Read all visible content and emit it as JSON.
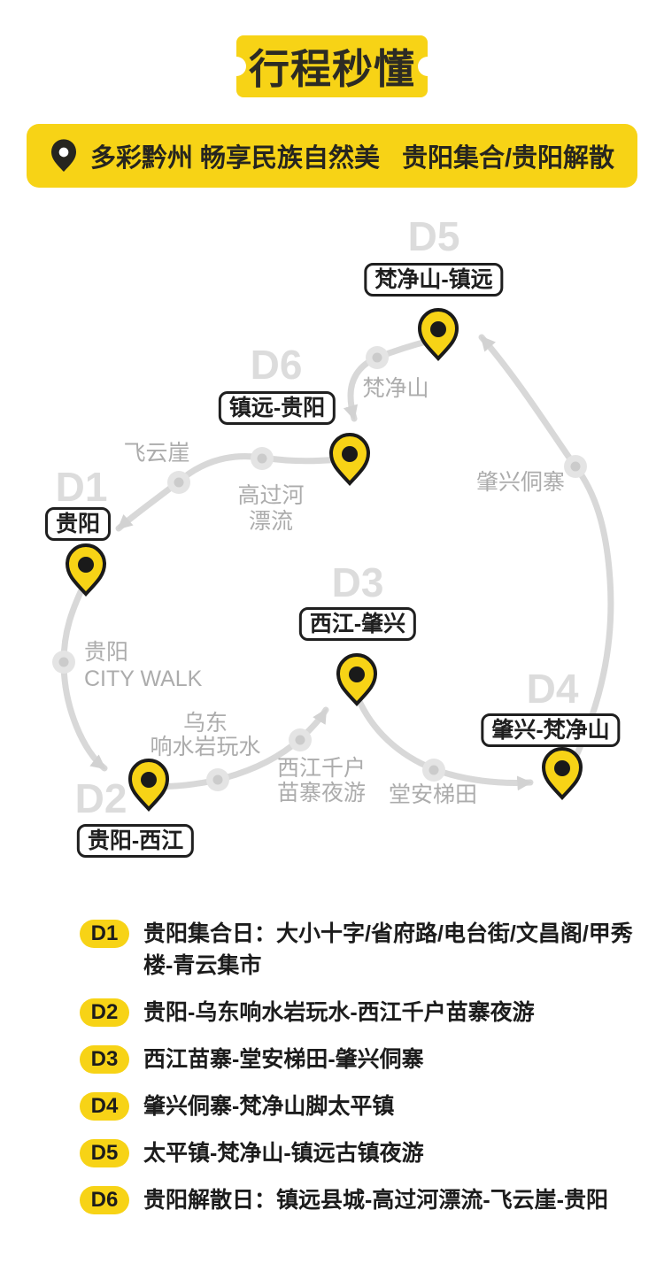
{
  "title": {
    "text": "行程秒懂"
  },
  "banner": {
    "left": "多彩黔州 畅享民族自然美",
    "right": "贵阳集合/贵阳解散"
  },
  "map": {
    "day_markers": [
      {
        "id": "D1",
        "label": "贵阳"
      },
      {
        "id": "D2",
        "label": "贵阳-西江"
      },
      {
        "id": "D3",
        "label": "西江-肇兴"
      },
      {
        "id": "D4",
        "label": "肇兴-梵净山"
      },
      {
        "id": "D5",
        "label": "梵净山-镇远"
      },
      {
        "id": "D6",
        "label": "镇远-贵阳"
      }
    ],
    "waypoints": {
      "feiyunya": "飞云崖",
      "gaoguohe_l1": "高过河",
      "gaoguohe_l2": "漂流",
      "fanjingshan": "梵净山",
      "zhaoxing": "肇兴侗寨",
      "guiyang_l1": "贵阳",
      "guiyang_l2": "CITY WALK",
      "wudong_l1": "乌东",
      "wudong_l2": "响水岩玩水",
      "xijiang_l1": "西江千户",
      "xijiang_l2": "苗寨夜游",
      "tangan": "堂安梯田"
    }
  },
  "legend": [
    {
      "day": "D1",
      "text": "贵阳集合日：大小十字/省府路/电台街/文昌阁/甲秀楼-青云集市"
    },
    {
      "day": "D2",
      "text": "贵阳-乌东响水岩玩水-西江千户苗寨夜游"
    },
    {
      "day": "D3",
      "text": "西江苗寨-堂安梯田-肇兴侗寨"
    },
    {
      "day": "D4",
      "text": "肇兴侗寨-梵净山脚太平镇"
    },
    {
      "day": "D5",
      "text": "太平镇-梵净山-镇远古镇夜游"
    },
    {
      "day": "D6",
      "text": "贵阳解散日：镇远县城-高过河漂流-飞云崖-贵阳"
    }
  ],
  "colors": {
    "yellow": "#f7d316",
    "dark_text": "#26251f",
    "route_gray": "#d8d8d8",
    "day_number_gray": "#dcdcdc",
    "waypoint_label_gray": "#acacac"
  }
}
